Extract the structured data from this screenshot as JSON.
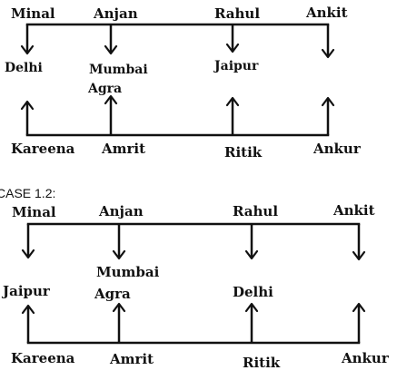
{
  "case1": {
    "top_names": [
      "Minal",
      "Anjan",
      "Rahul",
      "Ankit"
    ],
    "mid_labels": {
      "delhi": "Delhi",
      "mumbai": "Mumbai",
      "agra": "Agra",
      "jaipur": "Jaipur"
    },
    "bottom_names": [
      "Kareena",
      "Amrit",
      "Ritik",
      "Ankur"
    ]
  },
  "case2": {
    "caption": "CASE 1.2:",
    "top_names": [
      "Minal",
      "Anjan",
      "Rahul",
      "Ankit"
    ],
    "mid_labels": {
      "jaipur": "Jaipur",
      "mumbai": "Mumbai",
      "agra": "Agra",
      "delhi": "Delhi"
    },
    "bottom_names": [
      "Kareena",
      "Amrit",
      "Ritik",
      "Ankur"
    ]
  }
}
